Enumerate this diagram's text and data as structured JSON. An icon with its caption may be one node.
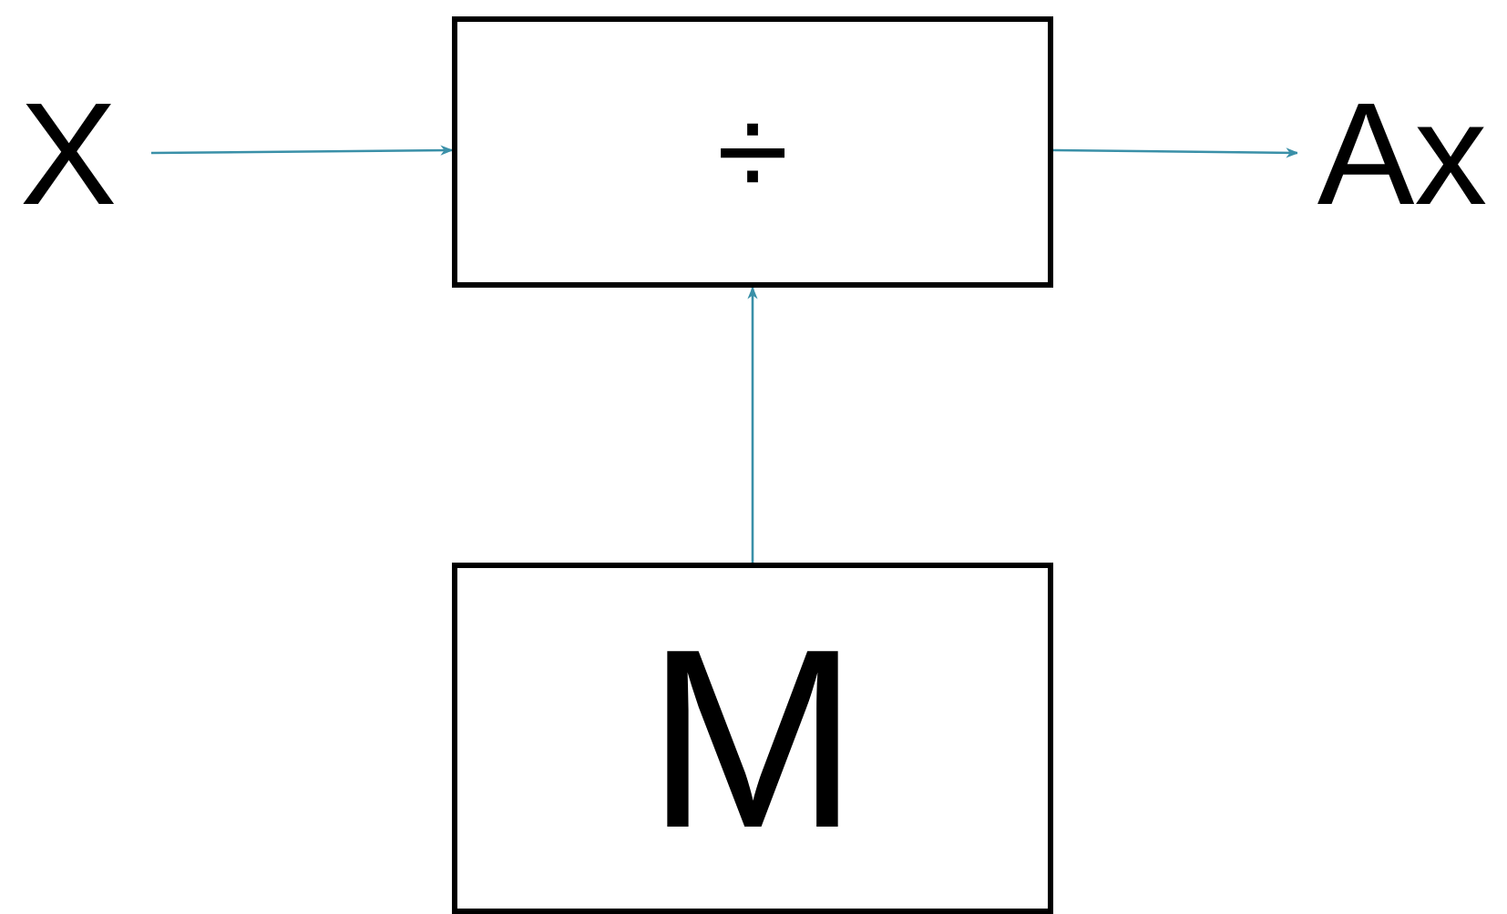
{
  "diagram": {
    "nodes": [
      {
        "text": [
          "X"
        ]
      },
      {
        "text": [
          "÷"
        ]
      },
      {
        "text": [
          "Ax"
        ]
      },
      {
        "text": [
          "M"
        ]
      }
    ],
    "edges": [
      {
        "from": 0,
        "to": 1,
        "arrow": "to"
      },
      {
        "from": 1,
        "to": 2,
        "arrow": "to"
      },
      {
        "from": 3,
        "to": 1,
        "arrow": "to"
      }
    ]
  }
}
